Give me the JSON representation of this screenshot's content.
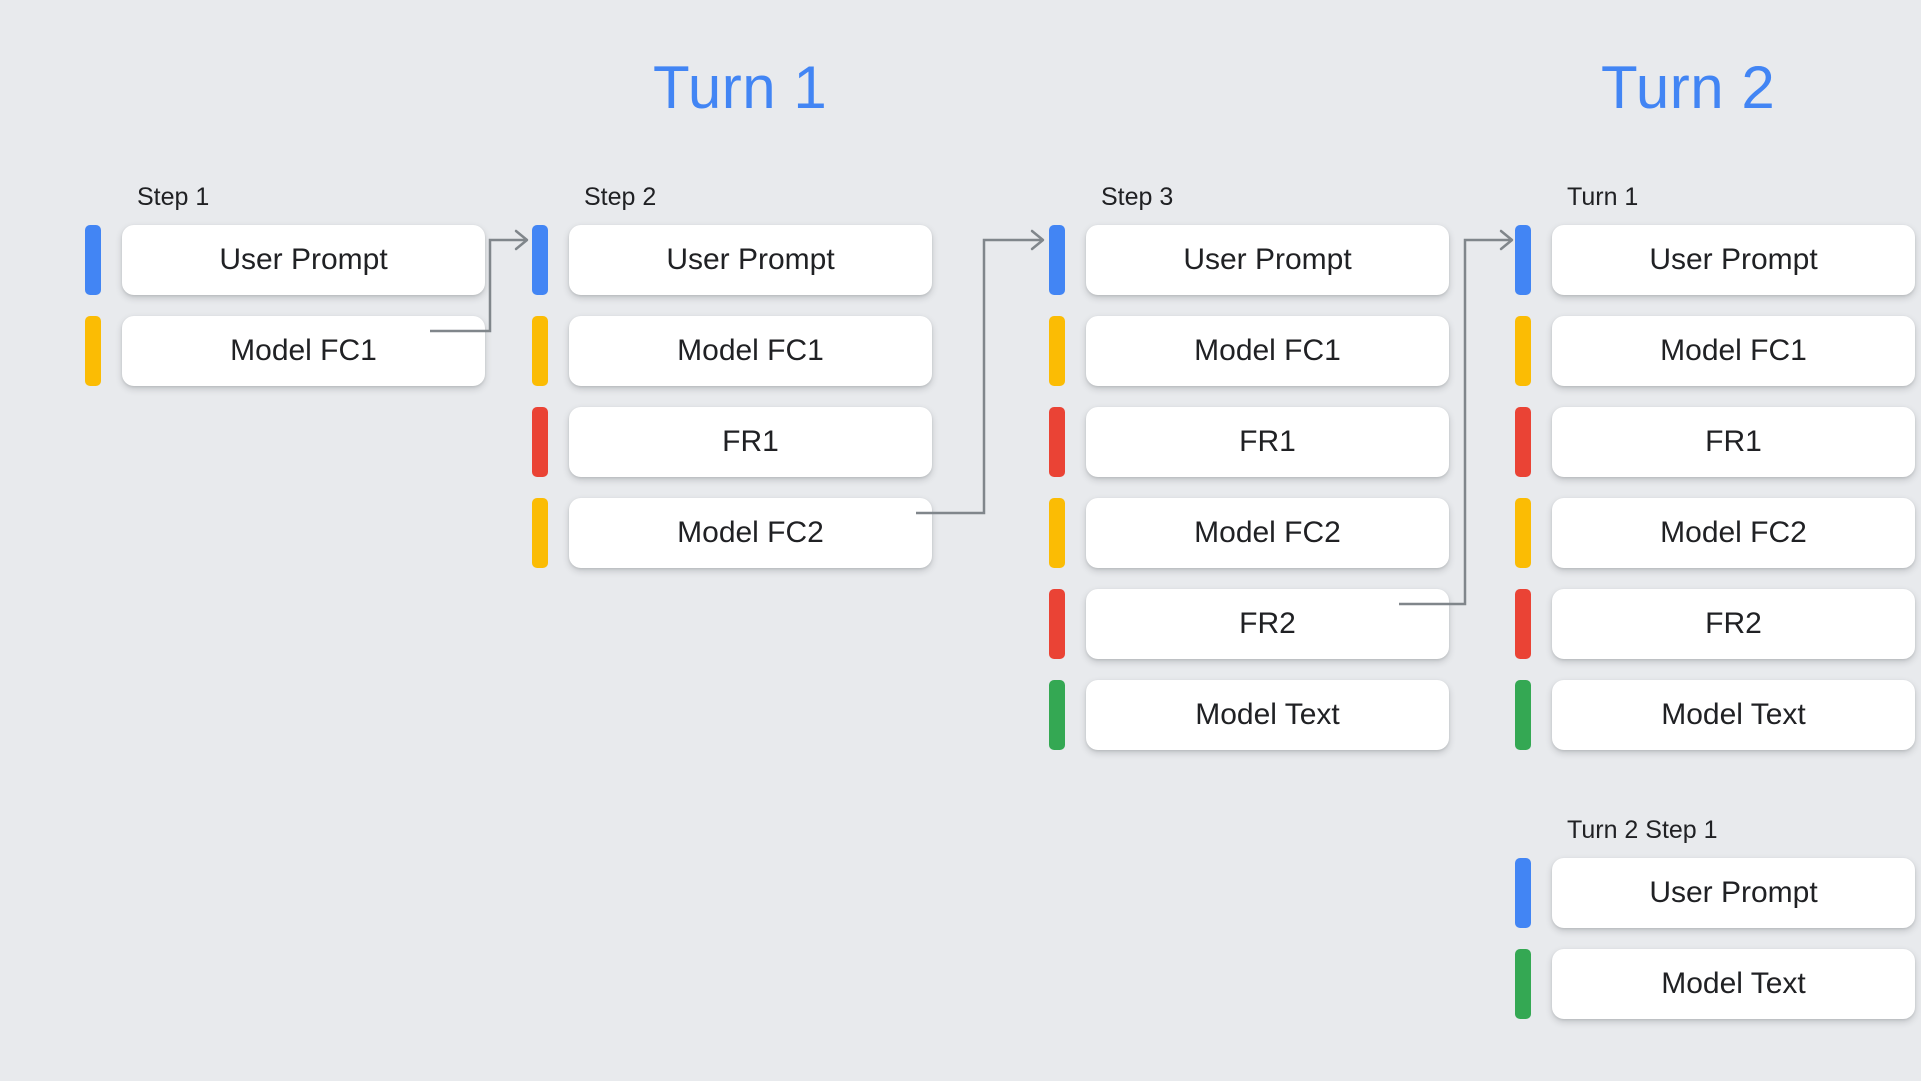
{
  "background_color": "#e8eaed",
  "palette": {
    "blue": "#4285f4",
    "yellow": "#fbbc04",
    "red": "#ea4335",
    "green": "#34a853",
    "card": "#ffffff",
    "text": "#202124",
    "arrow": "#80868b"
  },
  "headings": {
    "turn1": "Turn 1",
    "turn2": "Turn 2"
  },
  "columns": [
    {
      "id": "step1",
      "label": "Step 1",
      "rows": [
        {
          "color": "blue",
          "label": "User Prompt"
        },
        {
          "color": "yellow",
          "label": "Model FC1"
        }
      ]
    },
    {
      "id": "step2",
      "label": "Step 2",
      "rows": [
        {
          "color": "blue",
          "label": "User Prompt"
        },
        {
          "color": "yellow",
          "label": "Model FC1"
        },
        {
          "color": "red",
          "label": "FR1"
        },
        {
          "color": "yellow",
          "label": "Model FC2"
        }
      ]
    },
    {
      "id": "step3",
      "label": "Step 3",
      "rows": [
        {
          "color": "blue",
          "label": "User Prompt"
        },
        {
          "color": "yellow",
          "label": "Model FC1"
        },
        {
          "color": "red",
          "label": "FR1"
        },
        {
          "color": "yellow",
          "label": "Model FC2"
        },
        {
          "color": "red",
          "label": "FR2"
        },
        {
          "color": "green",
          "label": "Model Text"
        }
      ]
    },
    {
      "id": "turn1",
      "label": "Turn 1",
      "rows": [
        {
          "color": "blue",
          "label": "User Prompt"
        },
        {
          "color": "yellow",
          "label": "Model FC1"
        },
        {
          "color": "red",
          "label": "FR1"
        },
        {
          "color": "yellow",
          "label": "Model FC2"
        },
        {
          "color": "red",
          "label": "FR2"
        },
        {
          "color": "green",
          "label": "Model Text"
        }
      ]
    },
    {
      "id": "turn2step1",
      "label": "Turn 2 Step 1",
      "rows": [
        {
          "color": "blue",
          "label": "User Prompt"
        },
        {
          "color": "green",
          "label": "Model Text"
        }
      ]
    }
  ],
  "arrows": [
    {
      "id": "arrow-step1-to-step2",
      "from": "step1.Model FC1",
      "to": "step2.User Prompt"
    },
    {
      "id": "arrow-step2-to-step3",
      "from": "step2.Model FC2",
      "to": "step3.User Prompt"
    },
    {
      "id": "arrow-step3-to-turn1",
      "from": "step3.FR2",
      "to": "turn1.User Prompt"
    }
  ]
}
